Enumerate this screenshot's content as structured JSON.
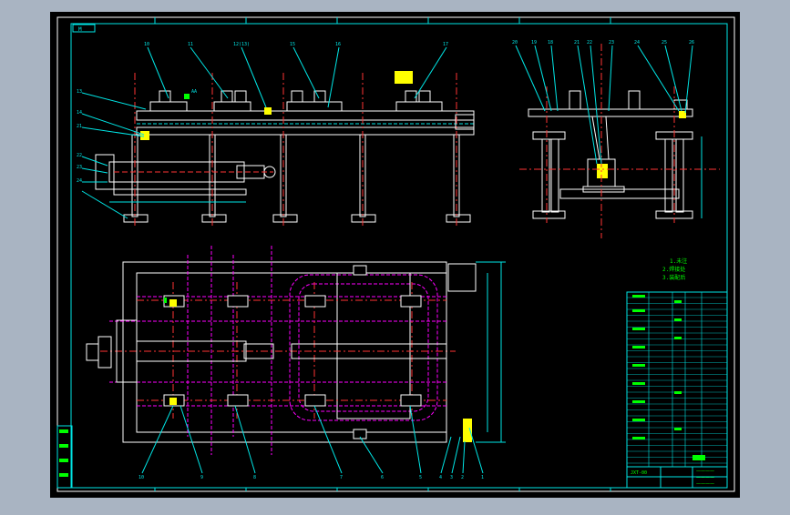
{
  "drawing": {
    "zone_mark_left": "M",
    "notes": [
      "1.未注",
      "2.焊接处",
      "3.装配后"
    ],
    "title_block": {
      "code_label": "JXT-00",
      "rows": [
        "一一一一",
        "一一一一",
        "一一一一"
      ]
    },
    "front_view_balloons": [
      "10",
      "11",
      "12(13)",
      "15",
      "16",
      "17"
    ],
    "side_view_balloons": [
      "20",
      "19",
      "18",
      "21",
      "22",
      "23",
      "24",
      "25",
      "26"
    ],
    "left_callouts": [
      "13",
      "14",
      "21",
      "22",
      "23",
      "24"
    ],
    "plan_view_bottom_balloons": [
      "10",
      "9",
      "8",
      "7",
      "6",
      "5",
      "4",
      "3",
      "2",
      "1"
    ],
    "front_view_dim": "AA"
  },
  "colors": {
    "canvas": "#000000",
    "frame": "#ffffff",
    "border_cyan": "#00e6e6",
    "outline": "#ffffff",
    "hidden": "#ff00ff",
    "centerline": "#ff3333",
    "highlight": "#ffff00",
    "accent_green": "#00ff00"
  }
}
